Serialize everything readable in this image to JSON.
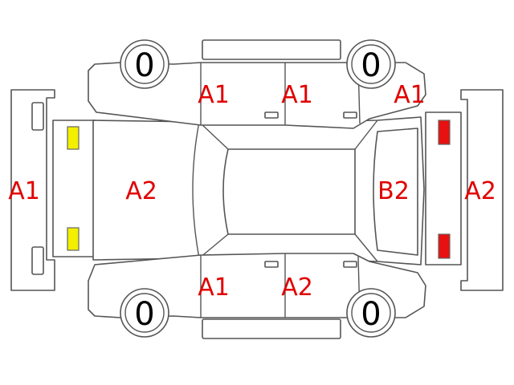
{
  "colors": {
    "outline": "#555555",
    "code_text": "#e00000",
    "front_lamp": "#f2ef00",
    "rear_lamp": "#e81010"
  },
  "tires": {
    "front_left": "0",
    "rear_left": "0",
    "front_right": "0",
    "rear_right": "0"
  },
  "panels": {
    "front_bumper": "A1",
    "hood": "A2",
    "upper_front_door": "A1",
    "upper_rear_door": "A1",
    "upper_rear_quarter": "A1",
    "trunk_lid": "B2",
    "rear_bumper": "A2",
    "lower_front_door": "A1",
    "lower_rear_door": "A2"
  },
  "lamps": {
    "front": [
      "yellow",
      "yellow"
    ],
    "rear": [
      "red",
      "red"
    ]
  }
}
